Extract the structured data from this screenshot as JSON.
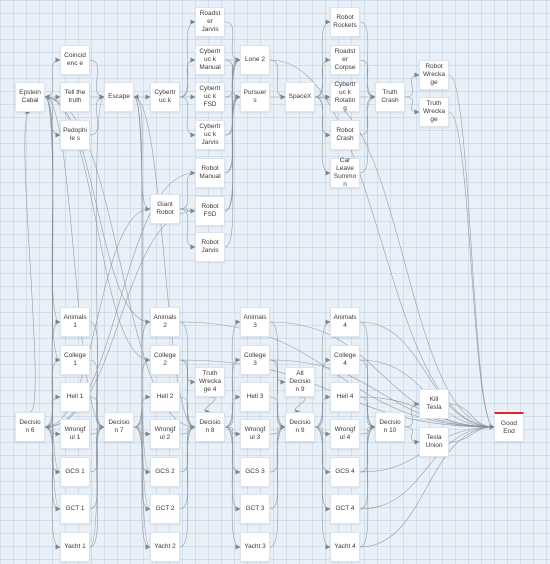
{
  "diagram": {
    "nodes": [
      {
        "id": "epstein",
        "label": "Epstein Cabal"
      },
      {
        "id": "coincidence",
        "label": "Coincidenc e"
      },
      {
        "id": "tell",
        "label": "Tell the truth"
      },
      {
        "id": "pedophiles",
        "label": "Pedophile s"
      },
      {
        "id": "escape",
        "label": "Escape"
      },
      {
        "id": "cybertruck",
        "label": "Cybertruc k"
      },
      {
        "id": "roadster_jarvis",
        "label": "Roadster Jarvis"
      },
      {
        "id": "cyber_manual",
        "label": "Cybertruc k Manual"
      },
      {
        "id": "cyber_fsd",
        "label": "Cybertruc k FSD"
      },
      {
        "id": "cyber_jarvis",
        "label": "Cybertruc k Jarvis"
      },
      {
        "id": "robot_manual",
        "label": "Robot Manual"
      },
      {
        "id": "robot_fsd",
        "label": "Robot FSD"
      },
      {
        "id": "robot_jarvis",
        "label": "Robot Jarvis"
      },
      {
        "id": "giant",
        "label": "Giant Robot"
      },
      {
        "id": "lone2",
        "label": "Lone 2"
      },
      {
        "id": "pursuers",
        "label": "Pursuers"
      },
      {
        "id": "spacex",
        "label": "SpaceX"
      },
      {
        "id": "robot_rockets",
        "label": "Robot Rockets"
      },
      {
        "id": "roadster_corpse",
        "label": "Roadster Corpse"
      },
      {
        "id": "cyber_rotating",
        "label": "Cybertruc k Rotating"
      },
      {
        "id": "robot_crash",
        "label": "Robot Crash"
      },
      {
        "id": "car_leave",
        "label": "Car Leave Summon"
      },
      {
        "id": "truth_crash",
        "label": "Truth Crash"
      },
      {
        "id": "robot_wreckage",
        "label": "Robot Wreckage"
      },
      {
        "id": "truth_wreckage",
        "label": "Truth Wreckage"
      },
      {
        "id": "animals1",
        "label": "Animals 1"
      },
      {
        "id": "college1",
        "label": "College 1"
      },
      {
        "id": "hell1",
        "label": "Hell 1"
      },
      {
        "id": "wrongful1",
        "label": "Wrongful 1"
      },
      {
        "id": "gcs1",
        "label": "GCS 1"
      },
      {
        "id": "gct1",
        "label": "GCT 1"
      },
      {
        "id": "yacht1",
        "label": "Yacht 1"
      },
      {
        "id": "decision6",
        "label": "Decision 6"
      },
      {
        "id": "decision7",
        "label": "Decision 7"
      },
      {
        "id": "animals2",
        "label": "Animals 2"
      },
      {
        "id": "college2",
        "label": "College 2"
      },
      {
        "id": "hell2",
        "label": "Hell 2"
      },
      {
        "id": "wrongful2",
        "label": "Wrongful 2"
      },
      {
        "id": "gcs2",
        "label": "GCS 2"
      },
      {
        "id": "gct2",
        "label": "GCT 2"
      },
      {
        "id": "yacht2",
        "label": "Yacht 2"
      },
      {
        "id": "truth_wreckage4",
        "label": "Truth Wreckage 4"
      },
      {
        "id": "decision8",
        "label": "Decision 8"
      },
      {
        "id": "animals3",
        "label": "Animals 3"
      },
      {
        "id": "college3",
        "label": "College 3"
      },
      {
        "id": "hell3",
        "label": "Hell 3"
      },
      {
        "id": "wrongful3",
        "label": "Wrongful 3"
      },
      {
        "id": "gcs3",
        "label": "GCS 3"
      },
      {
        "id": "gct3",
        "label": "GCT 3"
      },
      {
        "id": "yacht3",
        "label": "Yacht 3"
      },
      {
        "id": "alt_decision9",
        "label": "Alt Decision 9"
      },
      {
        "id": "decision9",
        "label": "Decision 9"
      },
      {
        "id": "animals4",
        "label": "Animals 4"
      },
      {
        "id": "college4",
        "label": "College 4"
      },
      {
        "id": "hell4",
        "label": "Hell 4"
      },
      {
        "id": "wrongful4",
        "label": "Wrongful 4"
      },
      {
        "id": "gcs4",
        "label": "GCS 4"
      },
      {
        "id": "gct4",
        "label": "GCT 4"
      },
      {
        "id": "yacht4",
        "label": "Yacht 4"
      },
      {
        "id": "decision10",
        "label": "Decision 10"
      },
      {
        "id": "kill_tesla",
        "label": "Kill Tesla"
      },
      {
        "id": "tesla_union",
        "label": "Tesla Union"
      },
      {
        "id": "good_end",
        "label": "Good End"
      }
    ],
    "edges": [
      [
        "epstein",
        "coincidence"
      ],
      [
        "epstein",
        "tell"
      ],
      [
        "epstein",
        "pedophiles"
      ],
      [
        "coincidence",
        "escape"
      ],
      [
        "tell",
        "escape"
      ],
      [
        "pedophiles",
        "escape"
      ],
      [
        "escape",
        "cybertruck"
      ],
      [
        "escape",
        "giant"
      ],
      [
        "cybertruck",
        "roadster_jarvis"
      ],
      [
        "cybertruck",
        "cyber_manual"
      ],
      [
        "cybertruck",
        "cyber_fsd"
      ],
      [
        "cybertruck",
        "cyber_jarvis"
      ],
      [
        "giant",
        "robot_manual"
      ],
      [
        "giant",
        "robot_fsd"
      ],
      [
        "giant",
        "robot_jarvis"
      ],
      [
        "roadster_jarvis",
        "lone2"
      ],
      [
        "cyber_manual",
        "lone2"
      ],
      [
        "cyber_fsd",
        "lone2"
      ],
      [
        "cyber_jarvis",
        "lone2"
      ],
      [
        "robot_manual",
        "lone2"
      ],
      [
        "robot_fsd",
        "lone2"
      ],
      [
        "cyber_manual",
        "pursuers"
      ],
      [
        "cyber_fsd",
        "pursuers"
      ],
      [
        "cyber_jarvis",
        "pursuers"
      ],
      [
        "robot_manual",
        "pursuers"
      ],
      [
        "robot_fsd",
        "pursuers"
      ],
      [
        "robot_jarvis",
        "pursuers"
      ],
      [
        "pursuers",
        "spacex"
      ],
      [
        "lone2",
        "spacex"
      ],
      [
        "spacex",
        "robot_rockets"
      ],
      [
        "spacex",
        "roadster_corpse"
      ],
      [
        "spacex",
        "cyber_rotating"
      ],
      [
        "spacex",
        "robot_crash"
      ],
      [
        "spacex",
        "car_leave"
      ],
      [
        "robot_rockets",
        "truth_crash"
      ],
      [
        "roadster_corpse",
        "truth_crash"
      ],
      [
        "cyber_rotating",
        "truth_crash"
      ],
      [
        "robot_crash",
        "truth_crash"
      ],
      [
        "car_leave",
        "truth_crash"
      ],
      [
        "truth_crash",
        "robot_wreckage"
      ],
      [
        "truth_crash",
        "truth_wreckage"
      ],
      [
        "robot_fsd",
        "decision6"
      ],
      [
        "robot_manual",
        "decision6"
      ],
      [
        "giant",
        "decision6"
      ],
      [
        "decision6",
        "animals1"
      ],
      [
        "decision6",
        "college1"
      ],
      [
        "decision6",
        "hell1"
      ],
      [
        "decision6",
        "wrongful1"
      ],
      [
        "decision6",
        "gcs1"
      ],
      [
        "decision6",
        "gct1"
      ],
      [
        "decision6",
        "yacht1"
      ],
      [
        "animals1",
        "decision7"
      ],
      [
        "college1",
        "decision7"
      ],
      [
        "hell1",
        "decision7"
      ],
      [
        "wrongful1",
        "decision7"
      ],
      [
        "gcs1",
        "decision7"
      ],
      [
        "gct1",
        "decision7"
      ],
      [
        "yacht1",
        "decision7"
      ],
      [
        "decision7",
        "animals2"
      ],
      [
        "decision7",
        "college2"
      ],
      [
        "decision7",
        "hell2"
      ],
      [
        "decision7",
        "wrongful2"
      ],
      [
        "decision7",
        "gcs2"
      ],
      [
        "decision7",
        "gct2"
      ],
      [
        "decision7",
        "yacht2"
      ],
      [
        "animals2",
        "decision8"
      ],
      [
        "college2",
        "decision8"
      ],
      [
        "hell2",
        "decision8"
      ],
      [
        "wrongful2",
        "decision8"
      ],
      [
        "gcs2",
        "decision8"
      ],
      [
        "gct2",
        "decision8"
      ],
      [
        "yacht2",
        "decision8"
      ],
      [
        "college2",
        "truth_wreckage4"
      ],
      [
        "truth_wreckage4",
        "decision8"
      ],
      [
        "decision8",
        "animals3"
      ],
      [
        "decision8",
        "college3"
      ],
      [
        "decision8",
        "hell3"
      ],
      [
        "decision8",
        "wrongful3"
      ],
      [
        "decision8",
        "gcs3"
      ],
      [
        "decision8",
        "gct3"
      ],
      [
        "decision8",
        "yacht3"
      ],
      [
        "animals3",
        "decision9"
      ],
      [
        "college3",
        "decision9"
      ],
      [
        "hell3",
        "decision9"
      ],
      [
        "wrongful3",
        "decision9"
      ],
      [
        "gcs3",
        "decision9"
      ],
      [
        "gct3",
        "decision9"
      ],
      [
        "yacht3",
        "decision9"
      ],
      [
        "college3",
        "alt_decision9"
      ],
      [
        "alt_decision9",
        "decision9"
      ],
      [
        "decision9",
        "animals4"
      ],
      [
        "decision9",
        "college4"
      ],
      [
        "decision9",
        "hell4"
      ],
      [
        "decision9",
        "wrongful4"
      ],
      [
        "decision9",
        "gcs4"
      ],
      [
        "decision9",
        "gct4"
      ],
      [
        "decision9",
        "yacht4"
      ],
      [
        "animals4",
        "decision10"
      ],
      [
        "college4",
        "decision10"
      ],
      [
        "hell4",
        "decision10"
      ],
      [
        "wrongful4",
        "decision10"
      ],
      [
        "gcs4",
        "decision10"
      ],
      [
        "gct4",
        "decision10"
      ],
      [
        "yacht4",
        "decision10"
      ],
      [
        "decision10",
        "kill_tesla"
      ],
      [
        "decision10",
        "tesla_union"
      ],
      [
        "kill_tesla",
        "good_end"
      ],
      [
        "tesla_union",
        "good_end"
      ],
      [
        "animals4",
        "good_end"
      ],
      [
        "college4",
        "good_end"
      ],
      [
        "hell4",
        "good_end"
      ],
      [
        "gcs4",
        "good_end"
      ],
      [
        "gct4",
        "good_end"
      ],
      [
        "yacht4",
        "good_end"
      ],
      [
        "animals3",
        "good_end"
      ],
      [
        "college3",
        "good_end"
      ],
      [
        "animals2",
        "good_end"
      ],
      [
        "college2",
        "good_end"
      ],
      [
        "robot_wreckage",
        "good_end"
      ],
      [
        "truth_wreckage",
        "good_end"
      ],
      [
        "spacex",
        "good_end"
      ],
      [
        "lone2",
        "good_end"
      ],
      [
        "decision6",
        "epstein"
      ],
      [
        "animals1",
        "epstein"
      ],
      [
        "college1",
        "epstein"
      ],
      [
        "decision7",
        "epstein"
      ],
      [
        "animals2",
        "epstein"
      ],
      [
        "college2",
        "epstein"
      ],
      [
        "decision8",
        "epstein"
      ],
      [
        "gcs1",
        "epstein"
      ],
      [
        "gct1",
        "epstein"
      ],
      [
        "yacht1",
        "escape"
      ],
      [
        "yacht2",
        "escape"
      ],
      [
        "decision8",
        "escape"
      ],
      [
        "gcs2",
        "escape"
      ],
      [
        "gct2",
        "escape"
      ]
    ]
  }
}
